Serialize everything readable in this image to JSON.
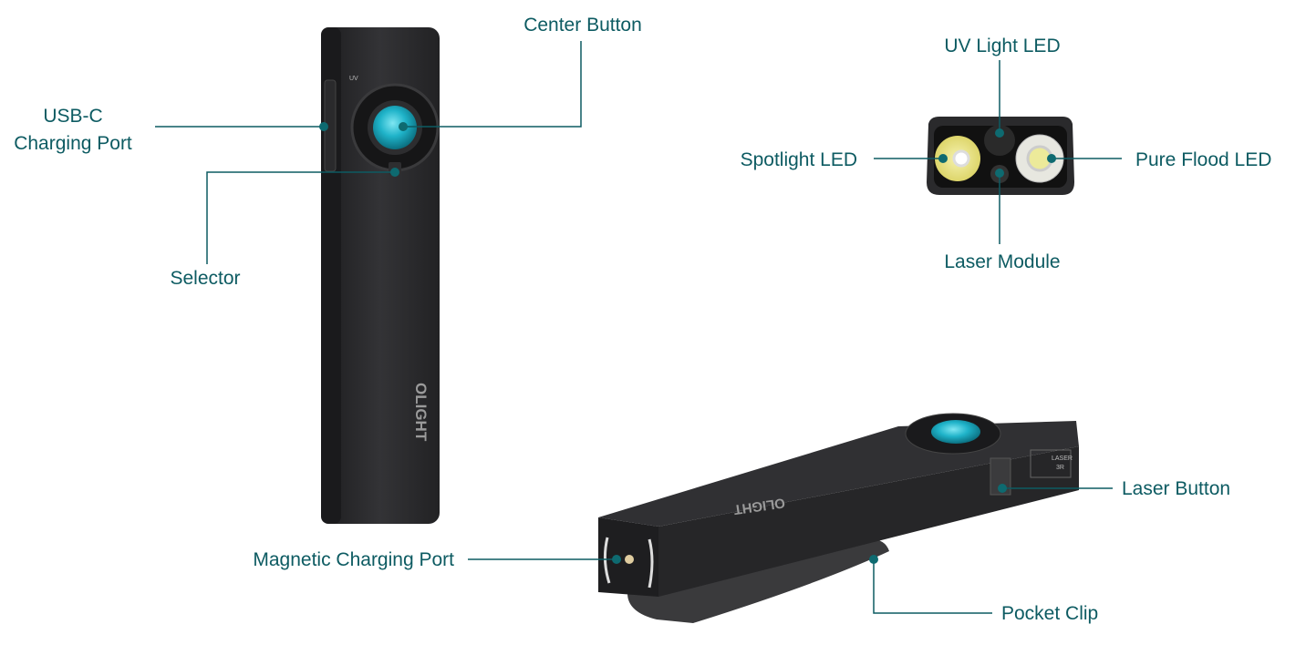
{
  "title": "Flashlight component diagram",
  "callouts": {
    "center_button": "Center Button",
    "usb_c_line1": "USB-C",
    "usb_c_line2": "Charging Port",
    "selector": "Selector",
    "uv_light_led": "UV Light LED",
    "spotlight_led": "Spotlight LED",
    "pure_flood_led": "Pure Flood LED",
    "laser_module": "Laser Module",
    "laser_button": "Laser Button",
    "magnetic_charging_port": "Magnetic Charging Port",
    "pocket_clip": "Pocket Clip"
  },
  "device_markings": {
    "brand": "OLIGHT",
    "uv_mark": "UV",
    "laser_label_line1": "LASER",
    "laser_label_line2": "3R"
  },
  "colors": {
    "label": "#0d5b62",
    "button_teal": "#1fb3c9",
    "body": "#2b2b2d",
    "led_yellow": "#e8e27a"
  }
}
